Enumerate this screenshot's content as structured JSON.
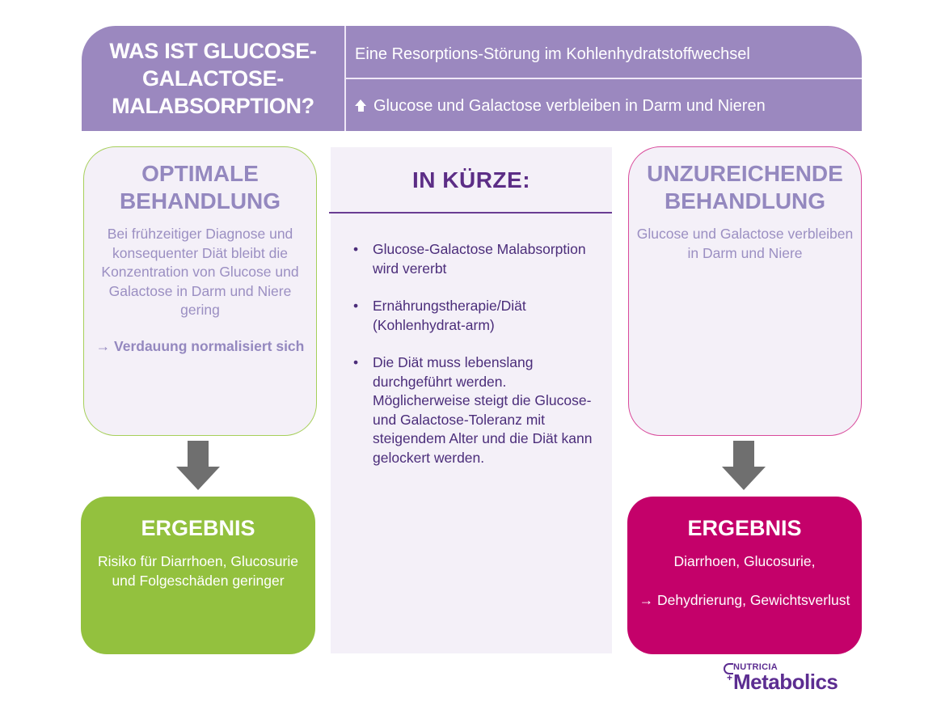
{
  "header": {
    "title": "WAS IST GLUCOSE-GALACTOSE-MALABSORPTION?",
    "title_lines": [
      "WAS IST GLUCOSE-",
      "GALACTOSE-",
      "MALABSORPTION?"
    ],
    "row1": "Eine Resorptions-Störung im Kohlenhydratstoffwechsel",
    "row2_icon": "up-arrow-icon",
    "row2": "Glucose und Galactose verbleiben in Darm und Nieren"
  },
  "left": {
    "title_lines": [
      "OPTIMALE",
      "BEHANDLUNG"
    ],
    "text": "Bei frühzeitiger Diagnose und konsequenter Diät bleibt die Konzentration von Glucose und Galactose in Darm und Niere gering",
    "emphasis": "→ Verdauung normalisiert sich",
    "result_title": "ERGEBNIS",
    "result_text": "Risiko für Diarrhoen, Glucosurie und Folgeschäden geringer"
  },
  "center": {
    "title": "IN KÜRZE:",
    "bullets": [
      "Glucose-Galactose Malabsorption wird vererbt",
      "Ernährungstherapie/Diät (Kohlenhydrat-arm)",
      "Die Diät muss lebenslang durchgeführt werden. Möglicherweise steigt die Glucose- und Galactose-Toleranz mit steigendem Alter und die Diät kann gelockert werden."
    ],
    "bullet_char": "•"
  },
  "right": {
    "title_lines": [
      "UNZUREICHENDE",
      "BEHANDLUNG"
    ],
    "text": "Glucose und Galactose verbleiben in Darm und Niere",
    "result_title": "ERGEBNIS",
    "result_text_1": "Diarrhoen, Glucosurie,",
    "result_text_2": "→ Dehydrierung, Gewichtsverlust"
  },
  "logo": {
    "brand_small": "NUTRICIA",
    "brand_big": "Metabolics"
  },
  "colors": {
    "header_purple": "#9b88bf",
    "dark_purple": "#5c2d86",
    "green": "#93c13e",
    "magenta": "#c4016a",
    "panel_bg": "#f4f0f8",
    "arrow_gray": "#6f6f6f"
  }
}
